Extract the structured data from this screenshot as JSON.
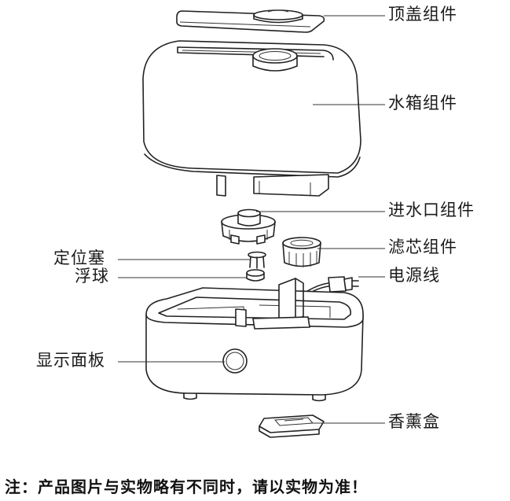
{
  "labels": {
    "top_cover": "顶盖组件",
    "water_tank": "水箱组件",
    "inlet": "进水口组件",
    "filter": "滤芯组件",
    "stopper": "定位塞",
    "float": "浮球",
    "power_cord": "电源线",
    "display_panel": "显示面板",
    "aroma_box": "香薰盒"
  },
  "note": "注：产品图片与实物略有不同时，请以实物为准！"
}
